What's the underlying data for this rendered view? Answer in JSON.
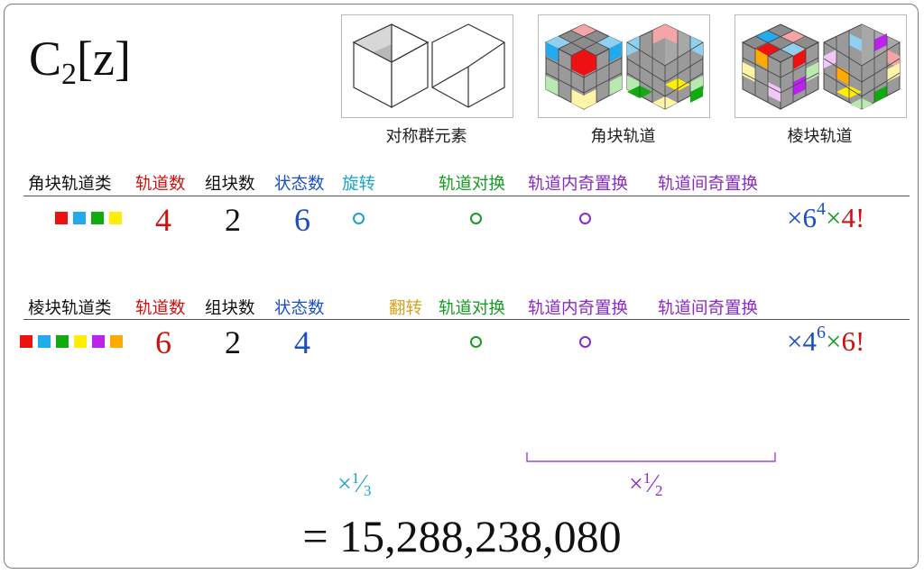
{
  "title": {
    "main": "C",
    "sub": "2",
    "rest": "[z]"
  },
  "thumbnails": [
    {
      "caption": "对称群元素"
    },
    {
      "caption": "角块轨道"
    },
    {
      "caption": "棱块轨道"
    }
  ],
  "corner_section": {
    "headers": [
      "角块轨道类",
      "轨道数",
      "组块数",
      "状态数",
      "旋转",
      "轨道对换",
      "轨道内奇置换",
      "轨道间奇置换"
    ],
    "swatches": [
      "#ee1111",
      "#22aaee",
      "#11aa11",
      "#ffee00"
    ],
    "orbits": "4",
    "blocks": "2",
    "states": "6",
    "multiplier": {
      "times1": "×",
      "base": "6",
      "exp": "4",
      "times2": "×",
      "fact": "4!"
    }
  },
  "edge_section": {
    "headers": [
      "棱块轨道类",
      "轨道数",
      "组块数",
      "状态数",
      "翻转",
      "轨道对换",
      "轨道内奇置换",
      "轨道间奇置换"
    ],
    "swatches": [
      "#ee1111",
      "#22aaee",
      "#11aa11",
      "#ffee00",
      "#bb22ee",
      "#ffaa00"
    ],
    "orbits": "6",
    "blocks": "2",
    "states": "4",
    "multiplier": {
      "times1": "×",
      "base": "4",
      "exp": "6",
      "times2": "×",
      "fact": "6!"
    }
  },
  "factors": {
    "third": {
      "times": "×",
      "num": "1",
      "den": "3"
    },
    "half": {
      "times": "×",
      "num": "1",
      "den": "2"
    }
  },
  "total": "= 15,288,238,080",
  "colors": {
    "red": "#cc1111",
    "blue": "#1a4fc4",
    "teal": "#1aa3c4",
    "green": "#179b23",
    "purple": "#8a28c8",
    "orange": "#d9a01c",
    "black": "#111111"
  }
}
